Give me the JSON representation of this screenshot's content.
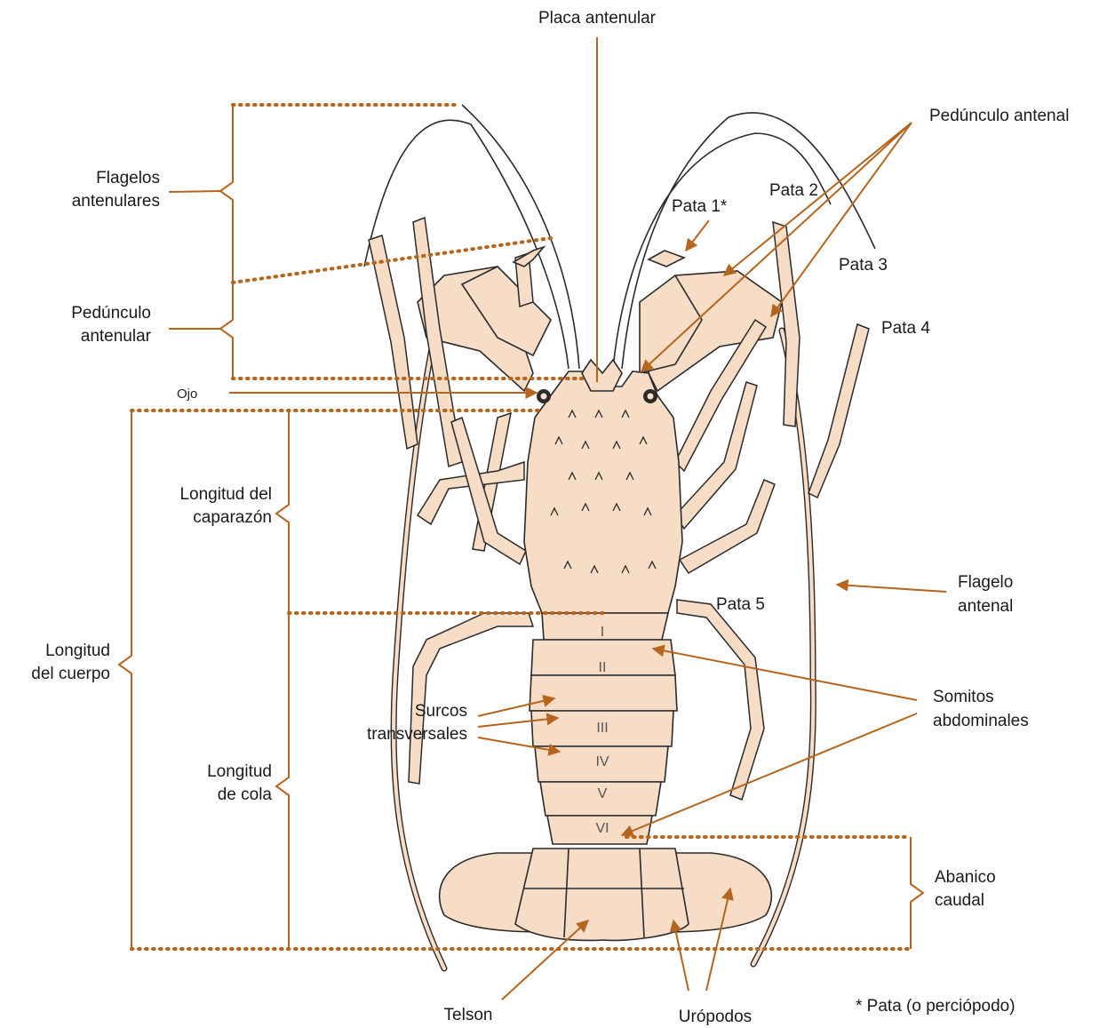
{
  "labels": {
    "placa_antenular": "Placa antenular",
    "pedunculo_antenal": "Pedúnculo antenal",
    "flagelos_antenulares_1": "Flagelos",
    "flagelos_antenulares_2": "antenulares",
    "pata1": "Pata 1*",
    "pata2": "Pata 2",
    "pata3": "Pata 3",
    "pata4": "Pata 4",
    "pata5": "Pata 5",
    "pedunculo_antenular_1": "Pedúnculo",
    "pedunculo_antenular_2": "antenular",
    "ojo": "Ojo",
    "longitud_caparazon_1": "Longitud del",
    "longitud_caparazon_2": "caparazón",
    "longitud_cuerpo_1": "Longitud",
    "longitud_cuerpo_2": "del cuerpo",
    "flagelo_antenal_1": "Flagelo",
    "flagelo_antenal_2": "antenal",
    "somitos_1": "Somitos",
    "somitos_2": "abdominales",
    "surcos_1": "Surcos",
    "surcos_2": "transversales",
    "longitud_cola_1": "Longitud",
    "longitud_cola_2": "de cola",
    "abanico_1": "Abanico",
    "abanico_2": "caudal",
    "telson": "Telson",
    "uropodos": "Urópodos",
    "footnote": "* Pata (o perciópodo)"
  },
  "segments": [
    "I",
    "II",
    "III",
    "IV",
    "V",
    "VI"
  ],
  "colors": {
    "leader": "#b5651d",
    "body_fill": "#f7dcc6",
    "outline": "#2a2a2a"
  }
}
